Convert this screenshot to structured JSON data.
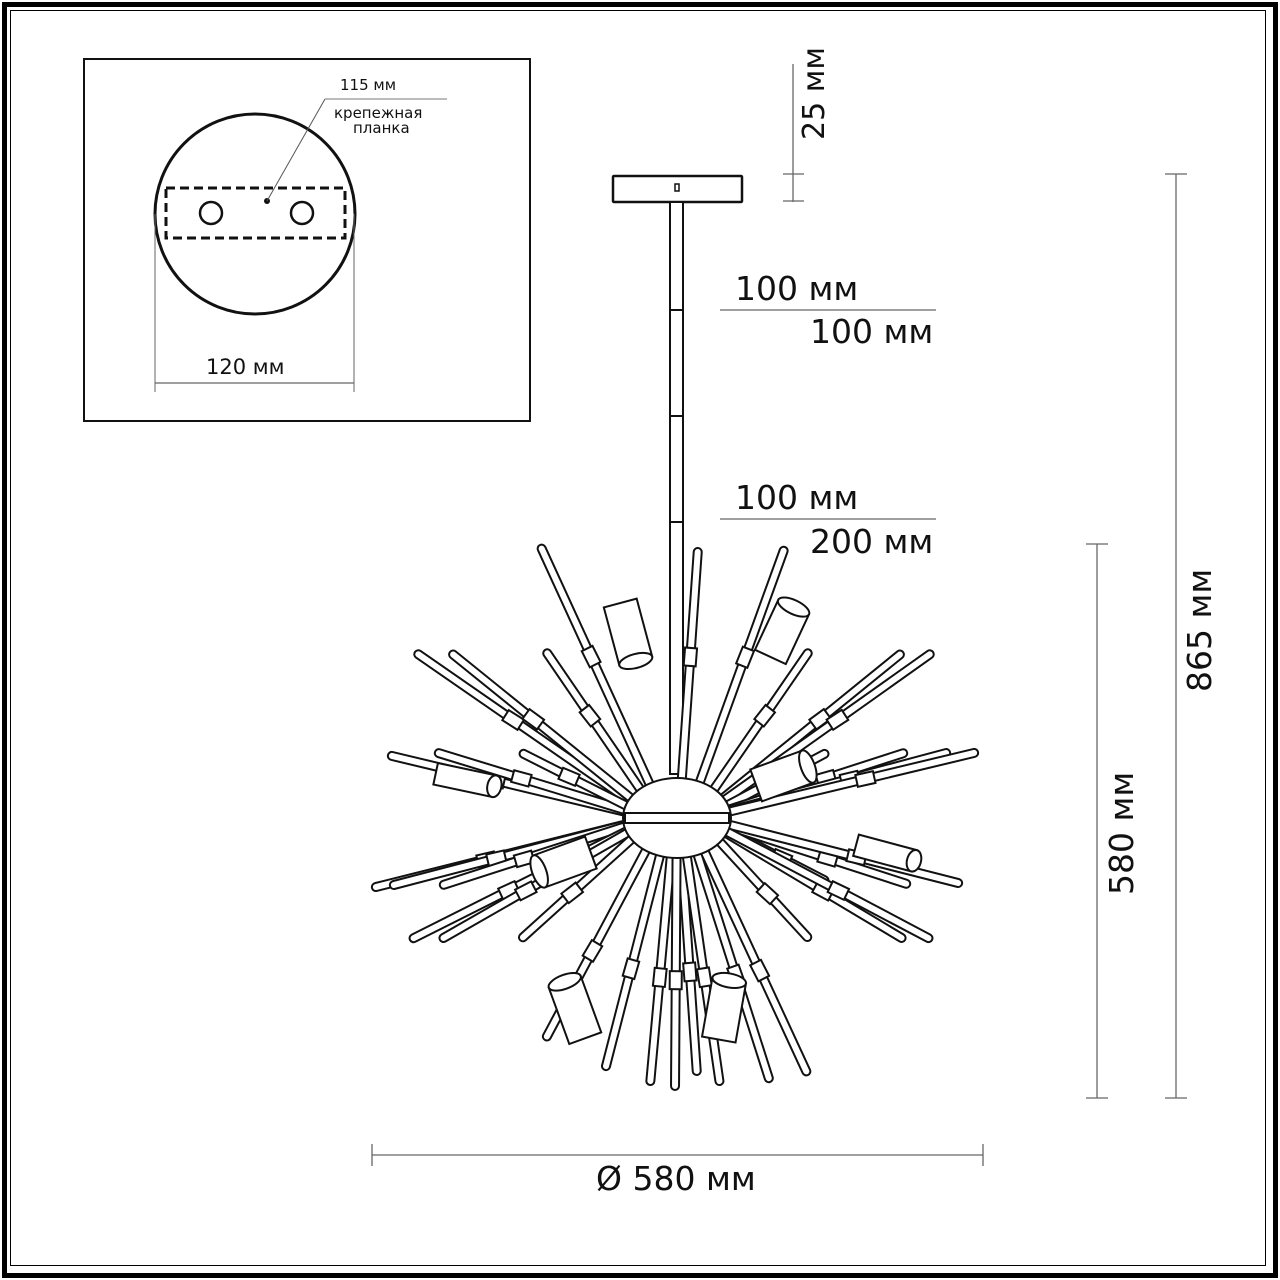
{
  "title": "Pendant chandelier dimension drawing",
  "canopy_detail": {
    "bracket_width_label": "115 мм",
    "bracket_caption_line1": "крепежная",
    "bracket_caption_line2": "планка",
    "canopy_diameter_label": "120 мм"
  },
  "dimensions": {
    "canopy_height_label": "25 мм",
    "rod_segment_1_top": "100 мм",
    "rod_segment_1_bottom": "100 мм",
    "rod_segment_2_top": "100 мм",
    "rod_segment_2_bottom": "200 мм",
    "body_height_label": "580 мм",
    "total_height_label": "865 мм",
    "diameter_label": "Ø 580 мм"
  },
  "colors": {
    "line": "#111111",
    "dimension_line": "#666666",
    "background": "#ffffff"
  }
}
